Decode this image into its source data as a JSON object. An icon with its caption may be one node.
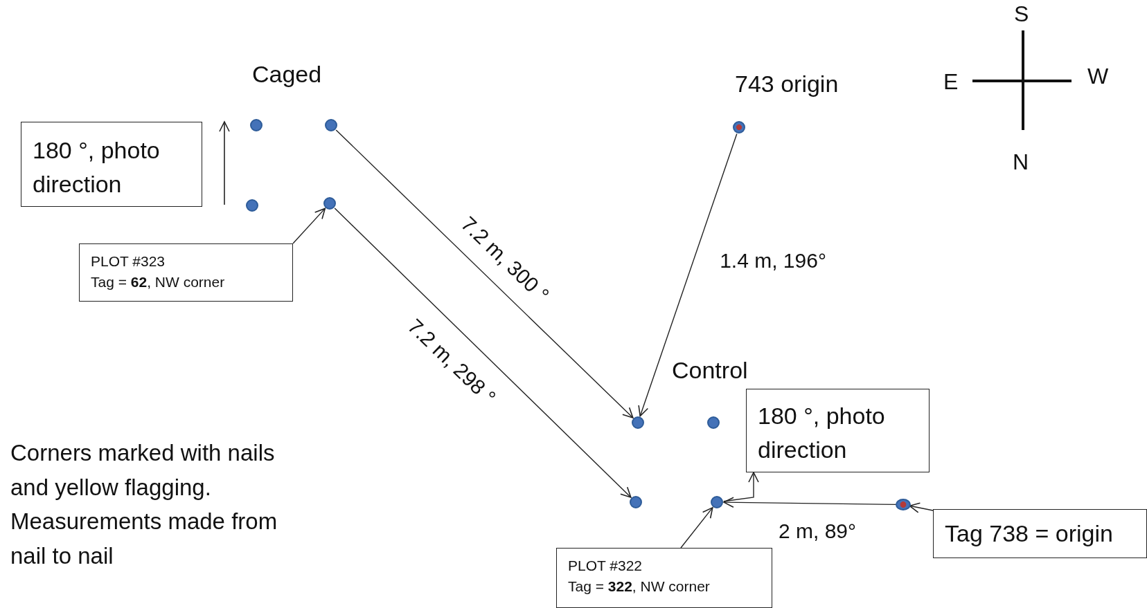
{
  "diagram": {
    "nodes": [
      {
        "text": [
          "180 °, photo direction"
        ]
      },
      {
        "text": [],
        "shape": "circle"
      },
      {
        "text": [],
        "shape": "circle"
      },
      {
        "text": [],
        "shape": "circle"
      },
      {
        "text": [],
        "shape": "circle"
      },
      {
        "text": [
          "PLOT #323",
          "Tag = **62**, NW corner"
        ]
      },
      {
        "text": [],
        "shape": "circle",
        "beside": [
          "743 origin"
        ]
      },
      {
        "text": [],
        "shape": "circle"
      },
      {
        "text": [],
        "shape": "circle"
      },
      {
        "text": [
          "180 °, photo direction"
        ]
      },
      {
        "text": [],
        "shape": "circle"
      },
      {
        "text": [],
        "shape": "circle"
      },
      {
        "text": [],
        "shape": "circle"
      },
      {
        "text": [
          "Tag 738 = origin"
        ]
      },
      {
        "text": [
          "PLOT #322",
          "Tag = **322**, NW corner"
        ]
      }
    ],
    "edges": [
      {
        "from": 2,
        "to": 7,
        "arrow": "to",
        "label": "7.2 m, 300 °"
      },
      {
        "from": 4,
        "to": 10,
        "arrow": "to",
        "label": "7.2 m, 298 °"
      },
      {
        "from": 6,
        "to": 7,
        "arrow": "to",
        "label": "1.4 m, 196°"
      },
      {
        "from": 12,
        "to": 11,
        "arrow": "to",
        "label": "2 m, 89°"
      },
      {
        "from": 5,
        "to": 4,
        "arrow": "to"
      },
      {
        "from": 14,
        "to": 11,
        "arrow": "to"
      },
      {
        "from": 13,
        "to": 12,
        "arrow": "to"
      },
      {
        "from": 11,
        "to": 9,
        "arrow": "to"
      }
    ],
    "labels": [
      "S",
      "Caged",
      "E",
      "W",
      "N",
      "Control",
      "Corners marked with nails and yellow flagging. Measurements made from nail to nail"
    ]
  }
}
